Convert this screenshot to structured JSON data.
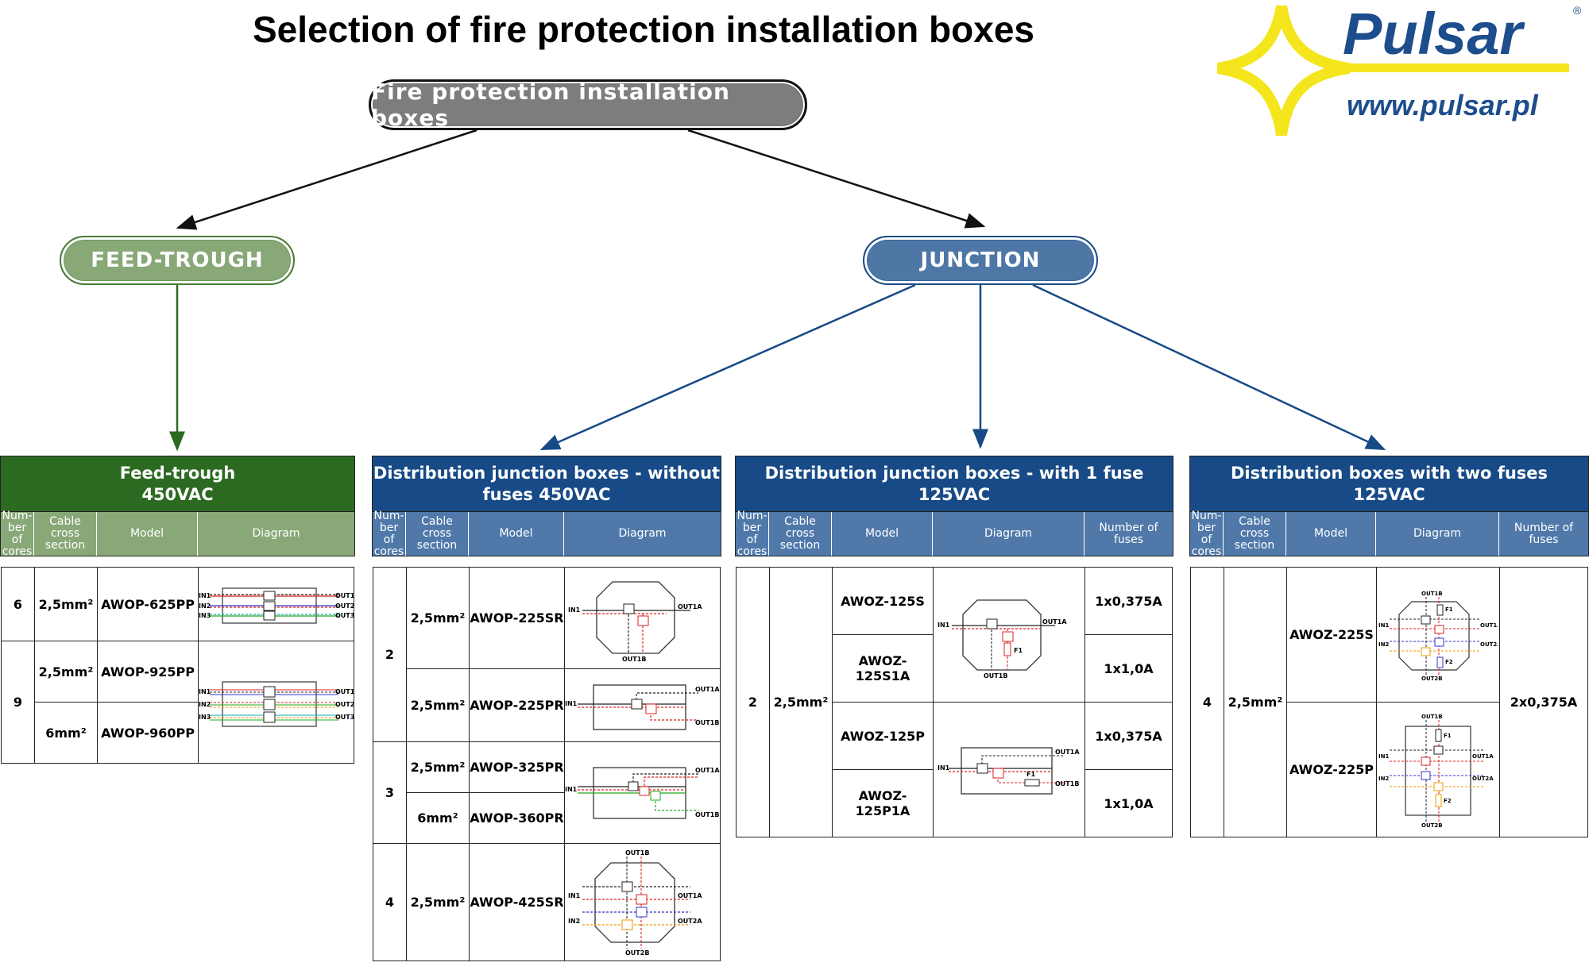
{
  "title": "Selection of fire protection installation boxes",
  "logo": {
    "brand": "Pulsar",
    "registered": "®",
    "url": "www.pulsar.pl",
    "colors": {
      "blue": "#1d4d8c",
      "yellow": "#f5e51c"
    }
  },
  "nodes": {
    "root": "Fire protection installation boxes",
    "feed": "FEED-TROUGH",
    "junction": "JUNCTION"
  },
  "colors": {
    "green_dark": "#2c6a21",
    "green_light": "#89a878",
    "blue_dark": "#174a86",
    "blue_light": "#5079aa"
  },
  "panels": {
    "feed": {
      "title": "Feed-trough",
      "voltage": "450VAC",
      "columns": [
        "Num-ber of cores",
        "Cable cross section",
        "Model",
        "Diagram"
      ],
      "rows": [
        {
          "cores": "6",
          "section": "2,5mm²",
          "model": "AWOP-625PP"
        },
        {
          "cores": "9",
          "section": "2,5mm²",
          "model": "AWOP-925PP"
        },
        {
          "section": "6mm²",
          "model": "AWOP-960PP"
        }
      ]
    },
    "nofuse": {
      "title": "Distribution junction boxes - without",
      "title2": "fuses 450VAC",
      "columns": [
        "Num-ber of cores",
        "Cable cross section",
        "Model",
        "Diagram"
      ],
      "rows": [
        {
          "cores": "2",
          "section": "2,5mm²",
          "model": "AWOP-225SR"
        },
        {
          "section": "2,5mm²",
          "model": "AWOP-225PR"
        },
        {
          "cores": "3",
          "section": "2,5mm²",
          "model": "AWOP-325PR"
        },
        {
          "section": "6mm²",
          "model": "AWOP-360PR"
        },
        {
          "cores": "4",
          "section": "2,5mm²",
          "model": "AWOP-425SR"
        }
      ]
    },
    "onefuse": {
      "title": "Distribution junction boxes - with 1 fuse",
      "voltage": "125VAC",
      "columns": [
        "Num-ber of cores",
        "Cable cross section",
        "Model",
        "Diagram",
        "Number of fuses"
      ],
      "cores": "2",
      "section": "2,5mm²",
      "rows": [
        {
          "model": "AWOZ-125S",
          "fuses": "1x0,375A"
        },
        {
          "model": "AWOZ-125S1A",
          "fuses": "1x1,0A"
        },
        {
          "model": "AWOZ-125P",
          "fuses": "1x0,375A"
        },
        {
          "model": "AWOZ-125P1A",
          "fuses": "1x1,0A"
        }
      ]
    },
    "twofuse": {
      "title": "Distribution boxes with two fuses",
      "voltage": "125VAC",
      "columns": [
        "Num-ber of cores",
        "Cable cross section",
        "Model",
        "Diagram",
        "Number of fuses"
      ],
      "cores": "4",
      "section": "2,5mm²",
      "fuses": "2x0,375A",
      "rows": [
        {
          "model": "AWOZ-225S"
        },
        {
          "model": "AWOZ-225P"
        }
      ]
    }
  },
  "diagram_labels": {
    "in1": "IN1",
    "in2": "IN2",
    "in3": "IN3",
    "out1": "OUT1",
    "out2": "OUT2",
    "out3": "OUT3",
    "out1a": "OUT1A",
    "out1b": "OUT1B",
    "out2a": "OUT2A",
    "out2b": "OUT2B",
    "f1": "F1",
    "f2": "F2"
  }
}
